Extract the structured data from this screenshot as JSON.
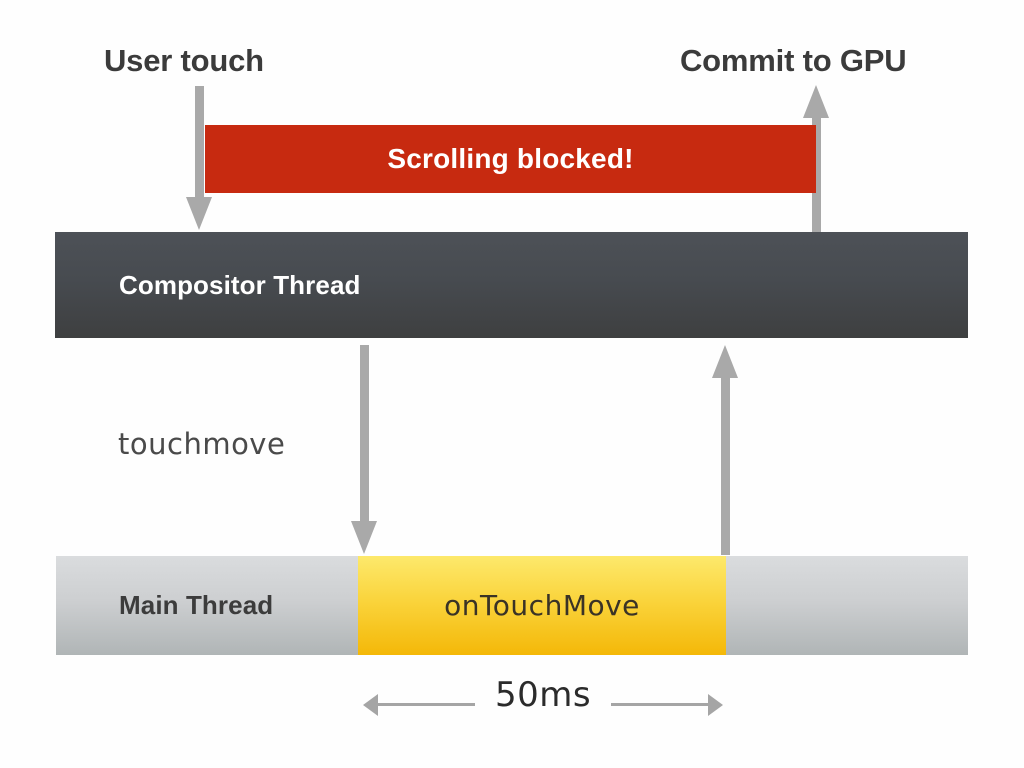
{
  "diagram": {
    "title_labels": {
      "user_touch": "User touch",
      "commit_to_gpu": "Commit to GPU"
    },
    "banner": {
      "text": "Scrolling blocked!",
      "color": "#c72a10",
      "text_color": "#ffffff"
    },
    "threads": [
      {
        "id": "compositor",
        "label": "Compositor Thread",
        "color_top": "#4d5157",
        "color_bottom": "#3e3f40",
        "text_color": "#ffffff"
      },
      {
        "id": "main",
        "label": "Main Thread",
        "color_top": "#dadcde",
        "color_bottom": "#b0b5b6",
        "text_color": "#3c3c3c"
      }
    ],
    "task_block": {
      "label": "onTouchMove",
      "color_top": "#fde96c",
      "color_bottom": "#f4b808",
      "text_color": "#3a3326"
    },
    "event_label": {
      "touchmove": "touchmove"
    },
    "measure": {
      "duration_label": "50ms",
      "line_color": "#a5a5a5"
    },
    "arrows": {
      "color": "#a9a9a9",
      "items": [
        {
          "name": "user-touch-down",
          "direction": "down"
        },
        {
          "name": "commit-to-gpu-up",
          "direction": "up"
        },
        {
          "name": "touchmove-dispatch-down",
          "direction": "down"
        },
        {
          "name": "main-thread-return-up",
          "direction": "up"
        }
      ]
    }
  }
}
